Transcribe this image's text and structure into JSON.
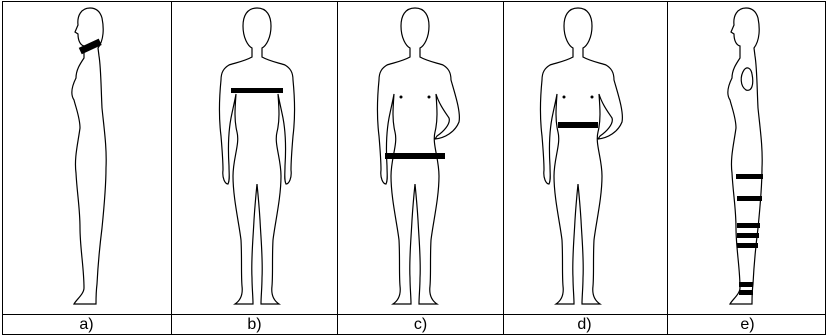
{
  "panels": [
    {
      "label": "a)",
      "view": "side",
      "band": "neck"
    },
    {
      "label": "b)",
      "view": "front",
      "band": "bust"
    },
    {
      "label": "c)",
      "view": "front",
      "band": "hips"
    },
    {
      "label": "d)",
      "view": "front",
      "band": "waist"
    },
    {
      "label": "e)",
      "view": "side",
      "band": "leg"
    }
  ],
  "colors": {
    "line": "#000000",
    "band": "#000000",
    "background": "#ffffff"
  }
}
